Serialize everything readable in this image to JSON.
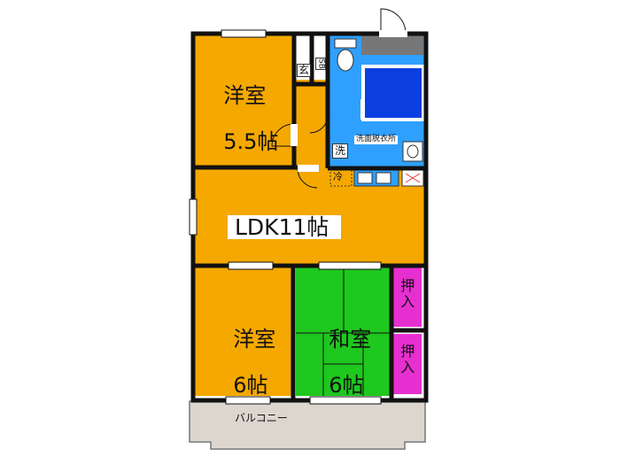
{
  "floor_plan": {
    "rooms": {
      "western_room_a": {
        "name": "洋室",
        "size": "5.5帖"
      },
      "western_room_b": {
        "name": "洋室",
        "size": "6帖"
      },
      "japanese_room": {
        "name": "和室",
        "size": "6帖"
      },
      "ldk": {
        "label": "LDK11帖"
      },
      "closet_upper": {
        "label": "押入"
      },
      "closet_lower": {
        "label": "押入"
      },
      "balcony": {
        "label": "バルコニー"
      },
      "entrance": {
        "label": "玄"
      },
      "shoe_box": {
        "label": "SB"
      },
      "washroom": {
        "label": "洗面脱衣所"
      },
      "washer": {
        "label": "洗"
      },
      "fridge": {
        "label": "冷"
      }
    },
    "colors": {
      "western": "#f5a800",
      "ldk": "#f5a800",
      "japanese": "#1ec81e",
      "closet": "#e62fd0",
      "wet_area": "#2fa0ff",
      "balcony": "#dcd6cf",
      "wall": "#111111"
    }
  }
}
